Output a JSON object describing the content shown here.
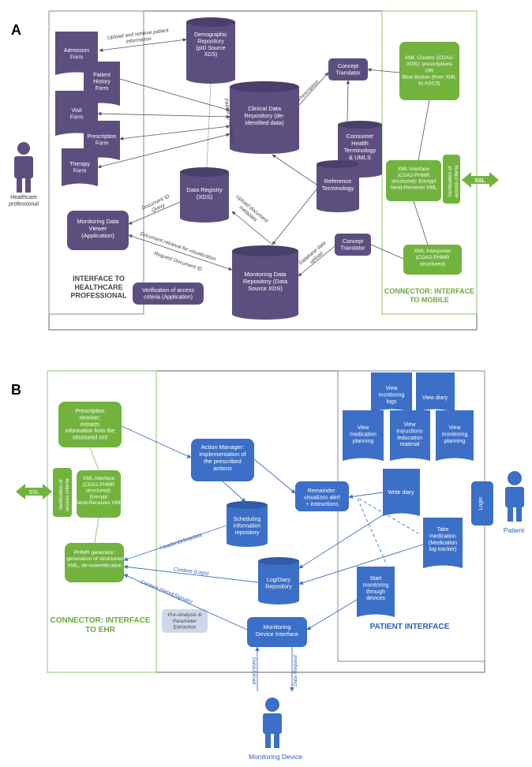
{
  "panelA": {
    "letter": "A",
    "healthcare_label": [
      "Healthcare",
      "professional"
    ],
    "interface_title": [
      "INTERFACE TO",
      "HEALTHCARE",
      "PROFESSIONAL"
    ],
    "connector_title": [
      "CONNECTOR: INTERFACE",
      "TO MOBILE"
    ],
    "forms": {
      "admission": [
        "Admission",
        "Form"
      ],
      "history": [
        "Patient",
        "History",
        "Form"
      ],
      "visit": [
        "Visit",
        "Form"
      ],
      "prescription": [
        "Prescription",
        "Form"
      ],
      "therapy": [
        "Therapy",
        "Form"
      ]
    },
    "demographic": [
      "Demographic",
      "Repository",
      "(pID Source",
      "XDS)"
    ],
    "clinical": [
      "Clinical Data",
      "Repository (de-",
      "identified data)"
    ],
    "registry": [
      "Data Registry",
      "(XDS)"
    ],
    "monitoring_repo": [
      "Monitoring Data",
      "Repository (Data",
      "Source XDS)"
    ],
    "consumer": [
      "Consumer",
      "Health",
      "Terminology",
      "& UMLS"
    ],
    "reference": [
      "Reference",
      "Terminology"
    ],
    "concept_top": [
      "Concept",
      "Translator"
    ],
    "concept_bottom": [
      "Concept",
      "Translator"
    ],
    "monitor_viewer": [
      "Monitoring Data",
      "Viewer",
      "(Application)"
    ],
    "verification": [
      "Verification of access",
      "criteria (Application)"
    ],
    "xml_creator": [
      "XML Creator (CDA2-",
      "XDS): prescriptions",
      "OR",
      "Blue Button (from XML",
      "to ASCII)"
    ],
    "xml_interface": [
      "XML Interface",
      "(CDA2-PHMR",
      "structured): Encrypt",
      "Send-Receives XML"
    ],
    "verif_vertical": [
      "Verification of",
      "access criteria"
    ],
    "ssl": "SSL",
    "xml_interpreter": [
      "XML Interpreter",
      "(CDA2-PHMR",
      "structured)"
    ],
    "edges": {
      "upload_retrieve": [
        "Upload and retrieve patient",
        "information"
      ],
      "pid_registry": "Patient ID to registry",
      "prescription": "Prescription",
      "doc_id_query": [
        "Document ID",
        "Query"
      ],
      "upload_metadata": [
        "Upload document",
        "metadata"
      ],
      "doc_retrieval": "Document retrieval for visualization",
      "request_doc_id": "Request Document ID",
      "db_upload": [
        "Database data",
        "upload"
      ]
    }
  },
  "panelB": {
    "letter": "B",
    "prescription_receiver": [
      "Prescription",
      "receiver:",
      "extracts",
      "information from the",
      "structured xml"
    ],
    "xml_interface": [
      "XML Interface",
      "(CDA2-PHMR",
      "structured):",
      "Encrypt",
      "Send-Receives XML"
    ],
    "verif_vertical": [
      "Verification of",
      "access criteria"
    ],
    "ssl": "SSL",
    "phmr": [
      "PHMR generator:",
      "generation of structured",
      "XML, de-indentification"
    ],
    "connector_title": [
      "CONNECTOR: INTERFACE",
      "TO EHR"
    ],
    "action_manager": [
      "Action Manager:",
      "implementation of",
      "the prescribed",
      "actions"
    ],
    "scheduling": [
      "Scheduling",
      "information",
      "repository"
    ],
    "log_diary": [
      "Log/Diary",
      "Repository"
    ],
    "remainder": [
      "Remainder:",
      "visualizes alert",
      "+ instructions"
    ],
    "pre_analysis": [
      "Pre-Analysis &",
      "Parameter",
      "Extraction"
    ],
    "monitoring_interface": [
      "Monitoring",
      "Device Interface"
    ],
    "monitoring_device_label": "Monitoring Device",
    "patient_interface_title": "PATIENT INTERFACE",
    "view_logs": [
      "View",
      "monitoring",
      "logs"
    ],
    "view_diary": [
      "View diary"
    ],
    "view_med": [
      "View",
      "medication",
      "planning"
    ],
    "view_instr": [
      "View",
      "insructions",
      "/education",
      "material"
    ],
    "view_monplan": [
      "View",
      "monitoring",
      "planning"
    ],
    "write_diary": [
      "Write diary"
    ],
    "take_med": [
      "Take",
      "medication",
      "(Medication",
      "log tracker)"
    ],
    "start_mon": [
      "Start",
      "monitoring",
      "through",
      "devices"
    ],
    "login": "Login",
    "patient_label": "Patient",
    "edges": {
      "header_metadata": "Header&Metadata",
      "content_logs": "Content (Logs)",
      "content_data": "Content (data&Signals)",
      "data_upload": "DataUpload",
      "data_request": "Data Request"
    }
  },
  "colors": {
    "purple": "#5c4f80",
    "green": "#72b33e",
    "blue": "#3c6fc7",
    "green_text": "#6aaa3a",
    "blue_text": "#2f5fb0",
    "frame": "#555555"
  }
}
